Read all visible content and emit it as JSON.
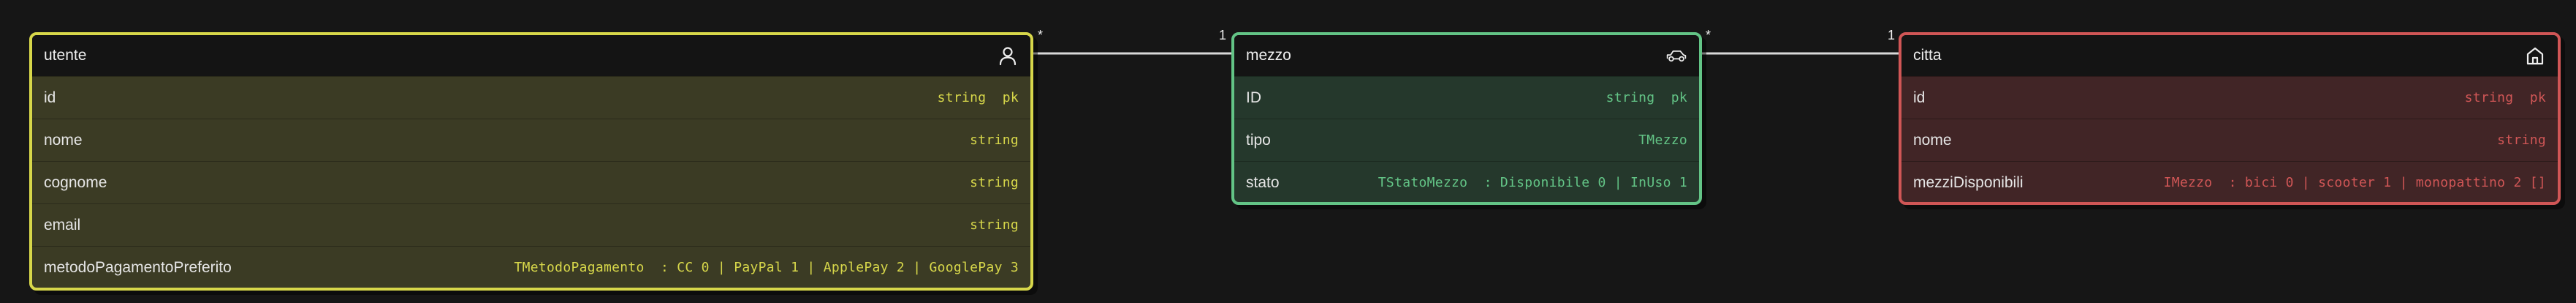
{
  "entities": [
    {
      "id": "utente",
      "name": "utente",
      "icon": "user-icon",
      "color": "#d7d74a",
      "fields": [
        {
          "name": "id",
          "type": "string  pk"
        },
        {
          "name": "nome",
          "type": "string"
        },
        {
          "name": "cognome",
          "type": "string"
        },
        {
          "name": "email",
          "type": "string"
        },
        {
          "name": "metodoPagamentoPreferito",
          "type": "TMetodoPagamento  : CC 0 | PayPal 1 | ApplePay 2 | GooglePay 3"
        }
      ]
    },
    {
      "id": "mezzo",
      "name": "mezzo",
      "icon": "car-icon",
      "color": "#63c486",
      "fields": [
        {
          "name": "ID",
          "type": "string  pk"
        },
        {
          "name": "tipo",
          "type": "TMezzo"
        },
        {
          "name": "stato",
          "type": "TStatoMezzo  : Disponibile 0 | InUso 1"
        }
      ]
    },
    {
      "id": "citta",
      "name": "citta",
      "icon": "home-icon",
      "color": "#d05656",
      "fields": [
        {
          "name": "id",
          "type": "string  pk"
        },
        {
          "name": "nome",
          "type": "string"
        },
        {
          "name": "mezziDisponibili",
          "type": "IMezzo  : bici 0 | scooter 1 | monopattino 2 []"
        }
      ]
    }
  ],
  "relations": [
    {
      "from": "utente",
      "to": "mezzo",
      "from_card": "*",
      "to_card": "1"
    },
    {
      "from": "mezzo",
      "to": "citta",
      "from_card": "*",
      "to_card": "1"
    }
  ]
}
